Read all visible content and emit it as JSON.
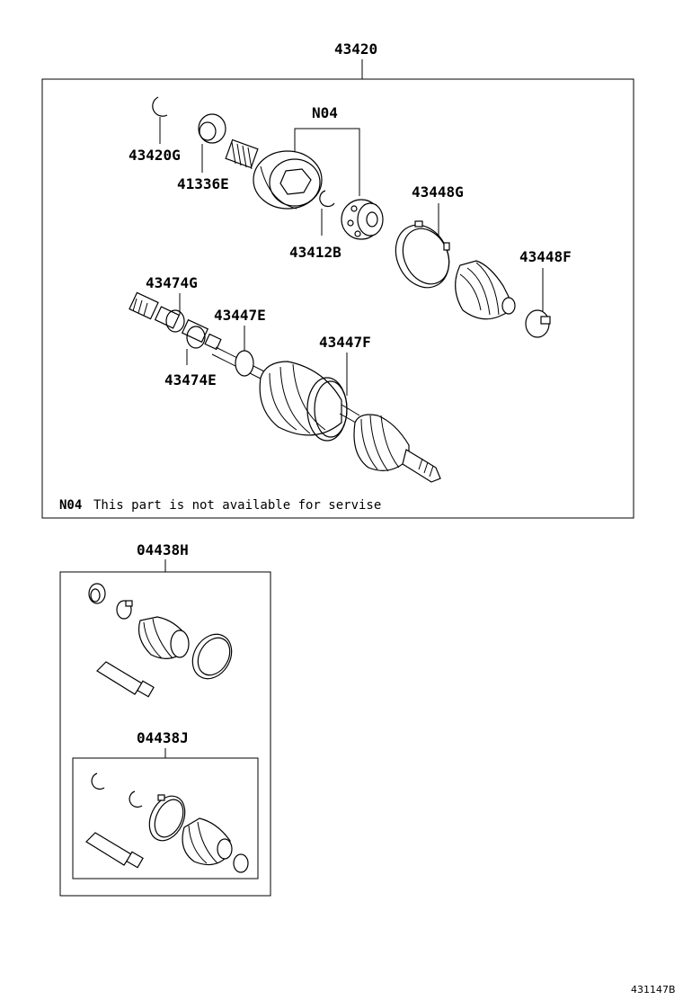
{
  "labels": {
    "assembly": "43420",
    "snap_ring_outer": "43420G",
    "bearing_ring": "41336E",
    "n04": "N04",
    "snap_ring_inner": "43412B",
    "boot_band_large": "43448G",
    "boot_band_small": "43448F",
    "damper_clamp_top": "43474G",
    "damper": "43447E",
    "damper_clamp_bottom": "43474E",
    "boot_outer": "43447F",
    "kit_outboard": "04438H",
    "kit_inboard": "04438J"
  },
  "note": {
    "code": "N04",
    "text": "This part is not available for servise"
  },
  "figure_id": "431147B"
}
